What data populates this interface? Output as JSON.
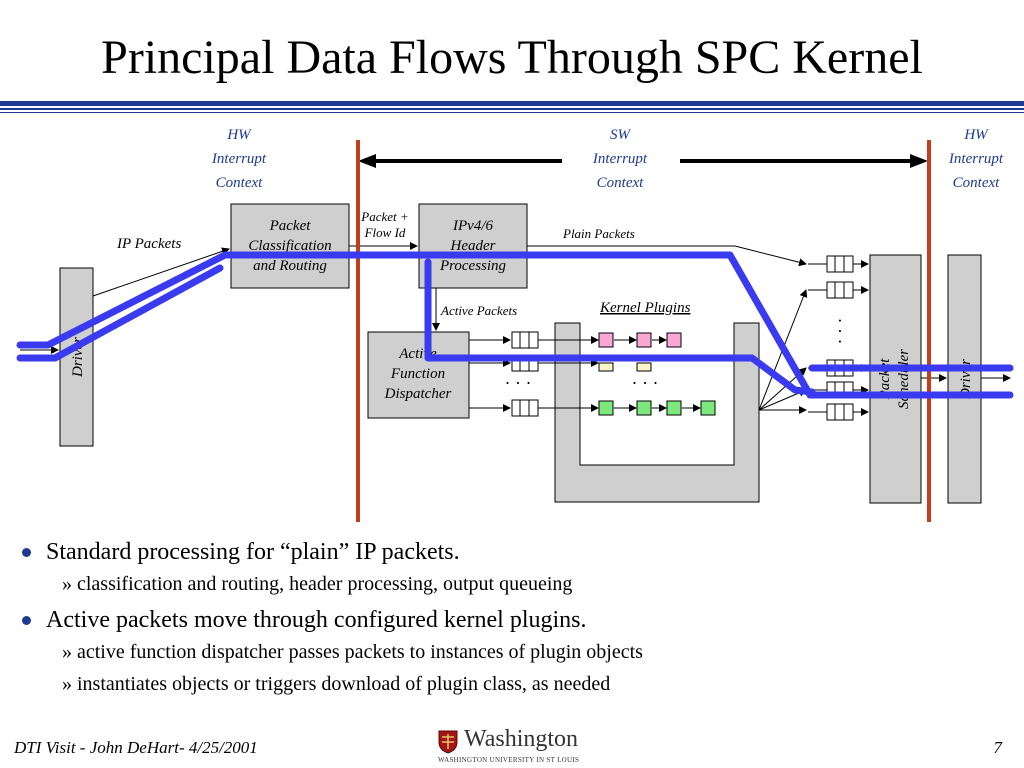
{
  "title": "Principal Data Flows Through SPC Kernel",
  "diagram": {
    "contexts": [
      {
        "lines": [
          "HW",
          "Interrupt",
          "Context"
        ]
      },
      {
        "lines": [
          "SW",
          "Interrupt",
          "Context"
        ]
      },
      {
        "lines": [
          "HW",
          "Interrupt",
          "Context"
        ]
      }
    ],
    "boxes": {
      "driver_left": "Driver",
      "packet_classification": [
        "Packet",
        "Classification",
        "and Routing"
      ],
      "ip_header": [
        "IPv4/6",
        "Header",
        "Processing"
      ],
      "active_dispatcher": [
        "Active",
        "Function",
        "Dispatcher"
      ],
      "packet_scheduler": [
        "Packet",
        "Scheduler"
      ],
      "driver_right": "Driver"
    },
    "labels": {
      "ip_packets": "IP Packets",
      "packet_flow_id": [
        "Packet +",
        "Flow Id"
      ],
      "plain_packets": "Plain Packets",
      "active_packets": "Active Packets",
      "kernel_plugins": "Kernel Plugins",
      "ellipsis": "· · ·"
    },
    "colors": {
      "flow": "#3a3af0",
      "boundary": "#c0401c",
      "box_fill": "#cfcfcf",
      "context_text": "#1f3a93",
      "plugin_pink": "#f9a8d4",
      "plugin_yellow": "#fdf6c8",
      "plugin_green": "#7de87d"
    }
  },
  "bullets": [
    {
      "text": "Standard processing for “plain” IP packets.",
      "subs": [
        "» classification and routing, header processing, output queueing"
      ]
    },
    {
      "text": "Active packets move through configured kernel plugins.",
      "subs": [
        "» active function dispatcher passes packets to instances of plugin objects",
        "» instantiates objects or triggers download of plugin class, as needed"
      ]
    }
  ],
  "footer": {
    "left": "DTI Visit - John DeHart- 4/25/2001",
    "logo_text": "Washington",
    "logo_sub": "WASHINGTON UNIVERSITY IN ST LOUIS",
    "page": "7"
  }
}
